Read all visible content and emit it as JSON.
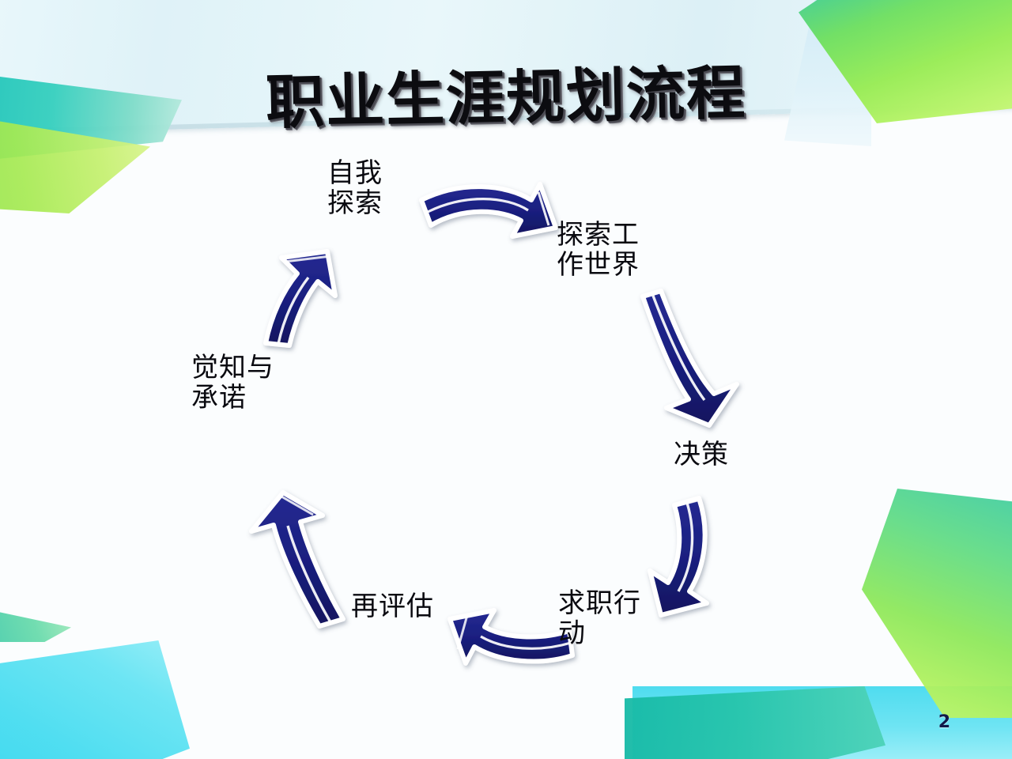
{
  "slide": {
    "title": "职业生涯规划流程",
    "page_number": "2",
    "background_color": "#fbfdfe",
    "title_banner_color": "#e4f4f9"
  },
  "diagram": {
    "type": "cycle",
    "arrow_color": "#1b2080",
    "arrow_highlight_color": "#ffffff",
    "steps": [
      {
        "id": "self-explore",
        "label": "自我\n探索",
        "order": 1,
        "position": "top-left"
      },
      {
        "id": "explore-world",
        "label": "探索工\n作世界",
        "order": 2,
        "position": "top-right"
      },
      {
        "id": "decision",
        "label": "决策",
        "order": 3,
        "position": "right"
      },
      {
        "id": "job-action",
        "label": "求职行\n动",
        "order": 4,
        "position": "bottom-right"
      },
      {
        "id": "reassess",
        "label": "再评估",
        "order": 5,
        "position": "bottom-left"
      },
      {
        "id": "awareness",
        "label": "觉知与\n承诺",
        "order": 6,
        "position": "left"
      }
    ],
    "arrows": [
      {
        "id": "arrow-1",
        "from": "self-explore",
        "to": "explore-world",
        "direction": "right"
      },
      {
        "id": "arrow-2",
        "from": "explore-world",
        "to": "decision",
        "direction": "down"
      },
      {
        "id": "arrow-3",
        "from": "decision",
        "to": "job-action",
        "direction": "down-left"
      },
      {
        "id": "arrow-4",
        "from": "job-action",
        "to": "reassess",
        "direction": "left"
      },
      {
        "id": "arrow-5",
        "from": "reassess",
        "to": "awareness",
        "direction": "up"
      },
      {
        "id": "arrow-6",
        "from": "awareness",
        "to": "self-explore",
        "direction": "up-right"
      }
    ]
  },
  "decorations": [
    {
      "id": "deco-tl-teal",
      "name": "top-left-teal-wedge",
      "color": "#2ccbbb"
    },
    {
      "id": "deco-tl-green",
      "name": "top-left-lime-wedge",
      "color": "#a6ea52"
    },
    {
      "id": "deco-tr-green",
      "name": "top-right-green-sheet",
      "color": "#97ec52"
    },
    {
      "id": "deco-tr-blue",
      "name": "top-right-pale-blue-sliver",
      "color": "#dff2f9"
    },
    {
      "id": "deco-bl-cyan",
      "name": "bottom-left-cyan-sheet",
      "color": "#46dcf0"
    },
    {
      "id": "deco-bl-nub",
      "name": "bottom-left-teal-nub",
      "color": "#38c7a6"
    },
    {
      "id": "deco-bottom-strip",
      "name": "bottom-cyan-strip",
      "color": "#6ee4f3"
    },
    {
      "id": "deco-bottom-slab",
      "name": "bottom-teal-slab",
      "color": "#26c4ab"
    },
    {
      "id": "deco-br-green",
      "name": "bottom-right-green-sheet",
      "color": "#8ee85c"
    }
  ]
}
